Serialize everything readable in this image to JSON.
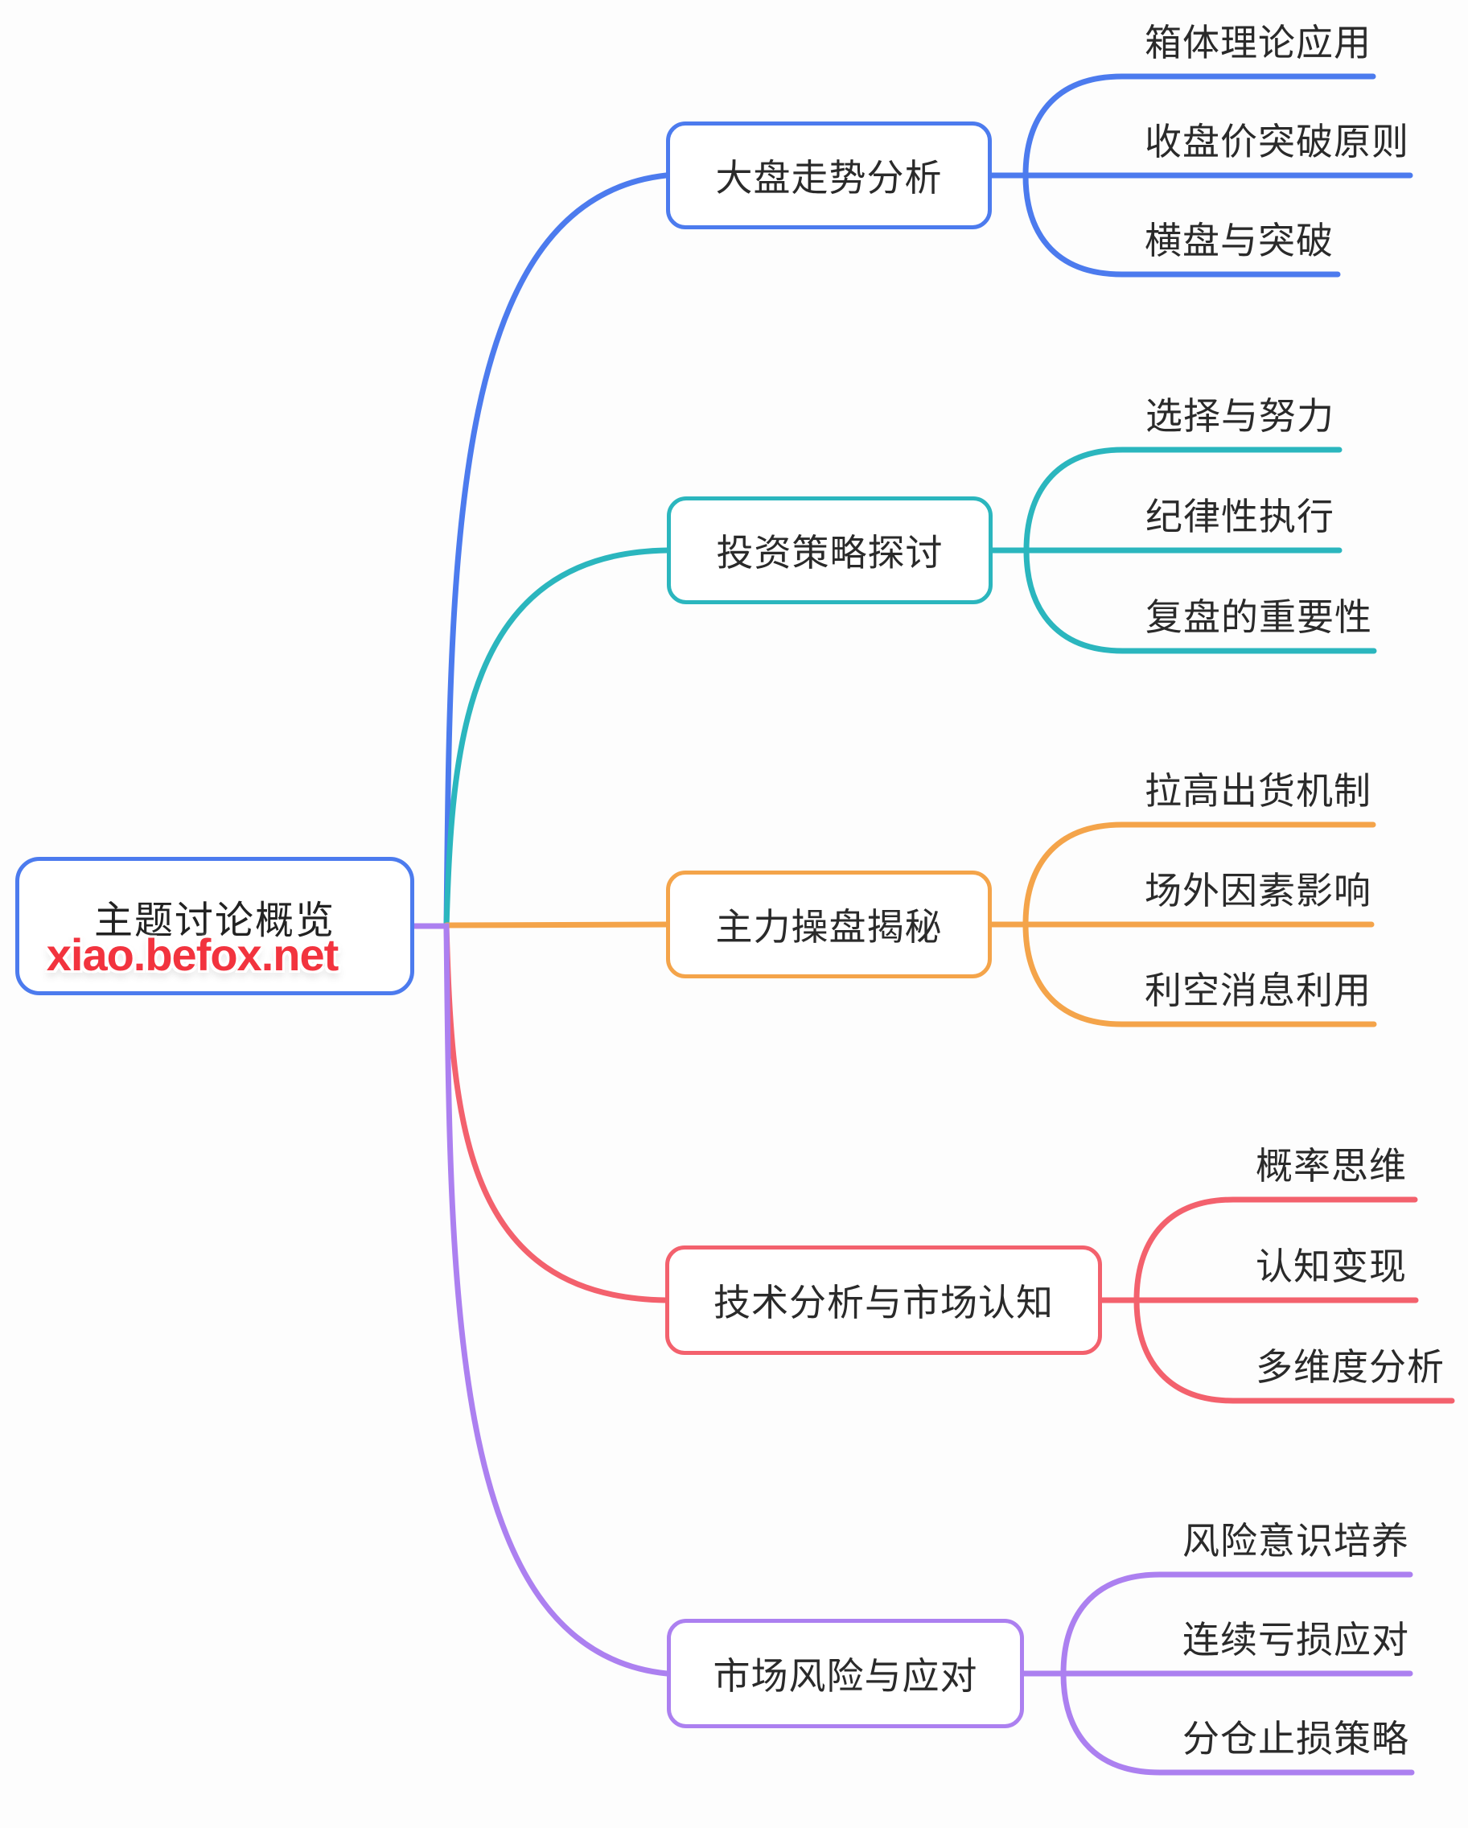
{
  "page": {
    "background": "#FDFDFD",
    "watermark_text": "xiao.befox.net",
    "watermark_color": "#F2333E"
  },
  "root": {
    "label": "主题讨论概览",
    "border_color": "#4C7BEE",
    "text_color": "#2A2A2A"
  },
  "branches": [
    {
      "label": "大盘走势分析",
      "color": "#4C7BEE",
      "children": [
        {
          "label": "箱体理论应用"
        },
        {
          "label": "收盘价突破原则"
        },
        {
          "label": "横盘与突破"
        }
      ]
    },
    {
      "label": "投资策略探讨",
      "color": "#2BB6BE",
      "children": [
        {
          "label": "选择与努力"
        },
        {
          "label": "纪律性执行"
        },
        {
          "label": "复盘的重要性"
        }
      ]
    },
    {
      "label": "主力操盘揭秘",
      "color": "#F4A44A",
      "children": [
        {
          "label": "拉高出货机制"
        },
        {
          "label": "场外因素影响"
        },
        {
          "label": "利空消息利用"
        }
      ]
    },
    {
      "label": "技术分析与市场认知",
      "color": "#F3616D",
      "children": [
        {
          "label": "概率思维"
        },
        {
          "label": "认知变现"
        },
        {
          "label": "多维度分析"
        }
      ]
    },
    {
      "label": "市场风险与应对",
      "color": "#AC80F0",
      "children": [
        {
          "label": "风险意识培养"
        },
        {
          "label": "连续亏损应对"
        },
        {
          "label": "分仓止损策略"
        }
      ]
    }
  ]
}
